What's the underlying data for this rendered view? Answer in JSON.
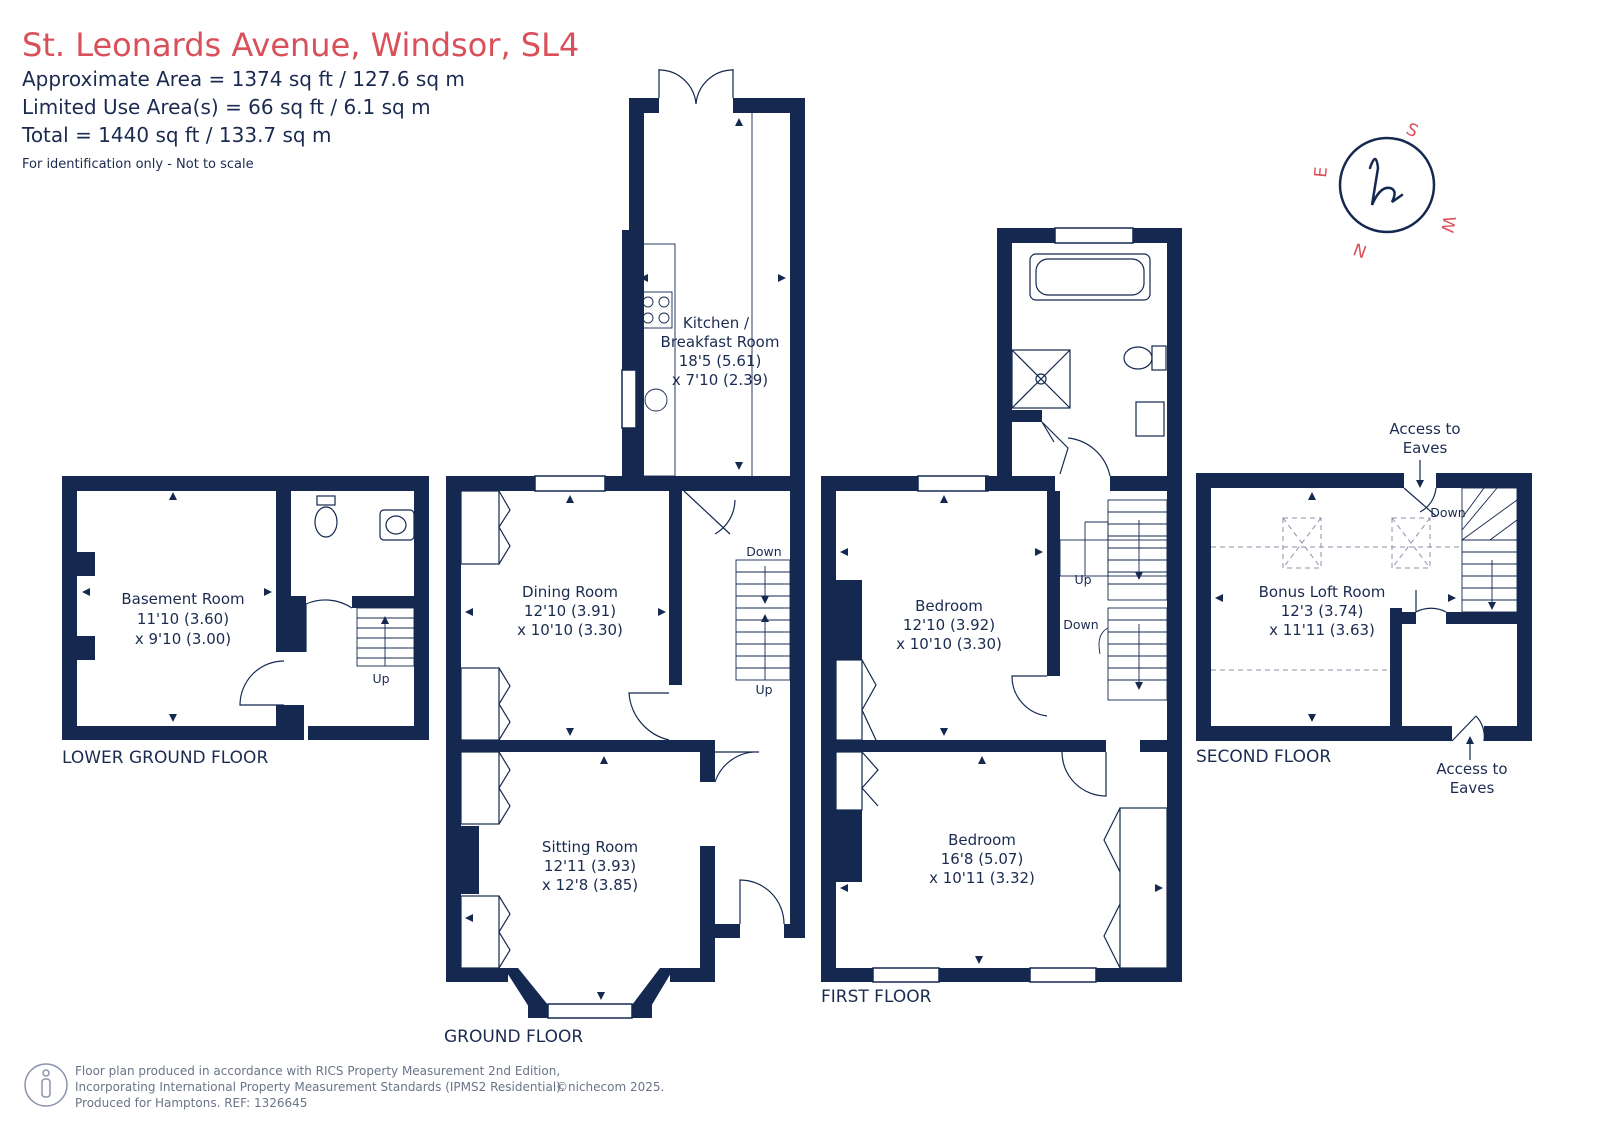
{
  "header": {
    "title": "St. Leonards Avenue, Windsor, SL4",
    "approx_area": "Approximate Area = 1374 sq ft / 127.6 sq m",
    "limited_use": "Limited Use Area(s) = 66 sq ft / 6.1 sq m",
    "total": "Total = 1440 sq ft / 133.7 sq m",
    "note": "For identification only - Not to scale"
  },
  "compass": {
    "s": "S",
    "w": "W",
    "n": "N",
    "e": "E",
    "logo_letter": "h"
  },
  "floors": {
    "lower_ground": "LOWER GROUND FLOOR",
    "ground": "GROUND FLOOR",
    "first": "FIRST FLOOR",
    "second": "SECOND FLOOR"
  },
  "rooms": {
    "basement": {
      "name": "Basement Room",
      "dim1": "11'10 (3.60)",
      "dim2": "x 9'10 (3.00)"
    },
    "kitchen": {
      "name1": "Kitchen /",
      "name2": "Breakfast Room",
      "dim1": "18'5 (5.61)",
      "dim2": "x 7'10 (2.39)"
    },
    "dining": {
      "name": "Dining Room",
      "dim1": "12'10 (3.91)",
      "dim2": "x 10'10 (3.30)"
    },
    "sitting": {
      "name": "Sitting Room",
      "dim1": "12'11 (3.93)",
      "dim2": "x 12'8 (3.85)"
    },
    "bedroom1": {
      "name": "Bedroom",
      "dim1": "12'10 (3.92)",
      "dim2": "x 10'10 (3.30)"
    },
    "bedroom2": {
      "name": "Bedroom",
      "dim1": "16'8 (5.07)",
      "dim2": "x 10'11 (3.32)"
    },
    "loft": {
      "name": "Bonus Loft Room",
      "dim1": "12'3 (3.74)",
      "dim2": "x 11'11 (3.63)"
    }
  },
  "labels": {
    "up": "Up",
    "down": "Down",
    "access1": "Access to",
    "access2": "Eaves"
  },
  "footer": {
    "line1": "Floor plan produced in accordance with RICS Property Measurement 2nd Edition,",
    "line2": "Incorporating International Property Measurement Standards (IPMS2 Residential).",
    "copyright": "©nichecom 2025.",
    "line3": "Produced for Hamptons.   REF:  1326645"
  }
}
